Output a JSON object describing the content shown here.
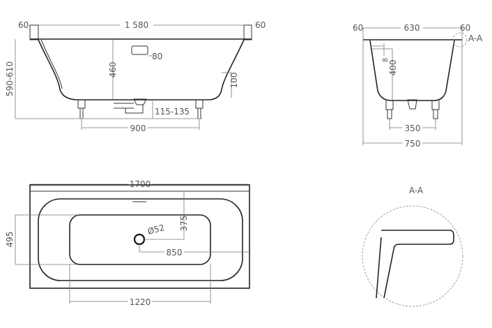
{
  "front_view": {
    "rim_left": "60",
    "length_inner": "1 580",
    "rim_right": "60",
    "overflow_height": "80",
    "total_height": "590-610",
    "depth": "460",
    "side_panel": "100",
    "drain_height": "115-135",
    "leg_spacing": "900"
  },
  "side_view": {
    "rim_left": "60",
    "width_inner": "630",
    "rim_right": "60",
    "section_label": "A-A",
    "offset": "8",
    "depth": "400",
    "leg_spacing": "350",
    "total_width": "750"
  },
  "top_view": {
    "total_length": "1700",
    "drain_diameter": "Ø52",
    "drain_from_top": "375",
    "drain_from_end": "850",
    "inner_width": "495",
    "inner_length": "1220"
  },
  "detail": {
    "title": "A-A"
  }
}
